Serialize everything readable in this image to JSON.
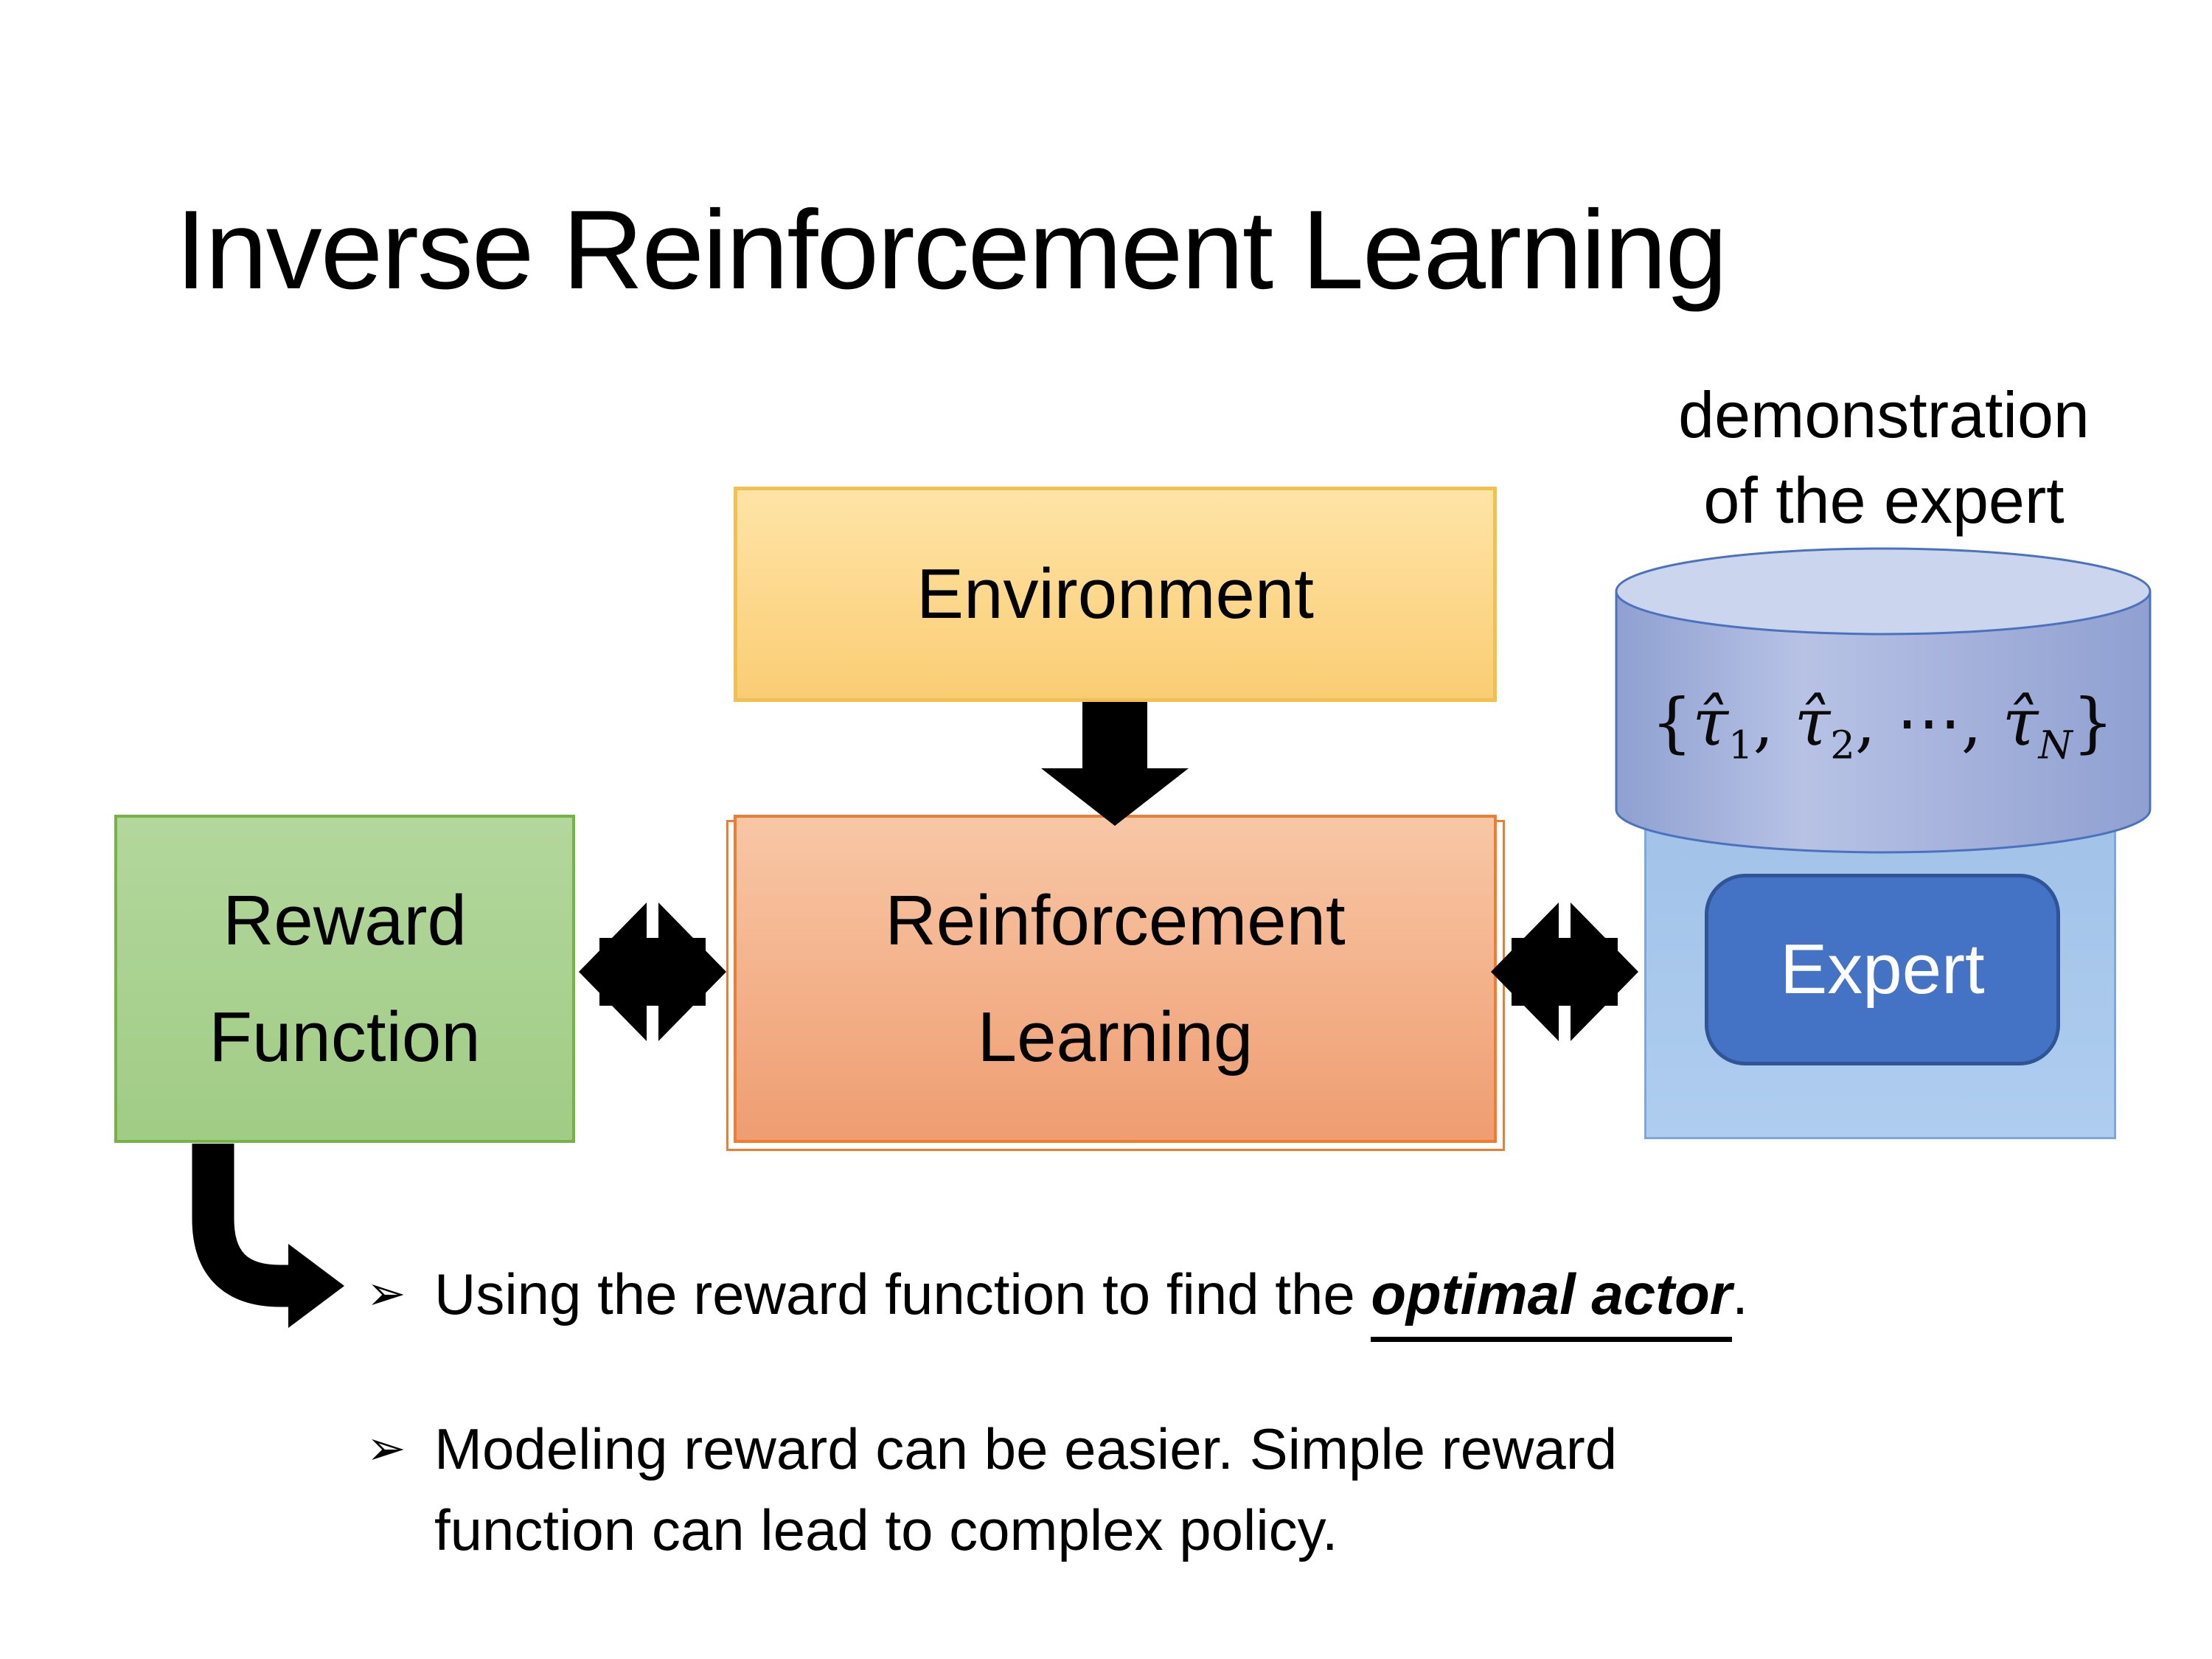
{
  "slide": {
    "title": "Inverse Reinforcement Learning"
  },
  "annotation": {
    "line1": "demonstration",
    "line2": "of the expert"
  },
  "boxes": {
    "environment": {
      "label": "Environment"
    },
    "reward": {
      "line1": "Reward",
      "line2": "Function"
    },
    "rl": {
      "line1": "Reinforcement",
      "line2": "Learning"
    },
    "expert": {
      "label": "Expert"
    }
  },
  "dataset": {
    "formula": {
      "open": "{",
      "tau": "τ̂",
      "sub1": "1",
      "sub2": "2",
      "dots": "⋯",
      "subN": "N",
      "close": "}",
      "comma": ","
    }
  },
  "bullets": {
    "marker": "➢",
    "item1": {
      "pre": "Using the reward function to find the ",
      "emphasis": "optimal actor",
      "post": "."
    },
    "item2": {
      "text": "Modeling reward can be easier. Simple reward function can lead to complex policy."
    }
  },
  "icons": {
    "down_arrow": "block arrow from Environment to Reinforcement Learning",
    "exchange_left": "double arrow between Reward Function and Reinforcement Learning",
    "exchange_right": "double arrow between Reinforcement Learning and Expert",
    "elbow_arrow": "elbow arrow from Reward Function to bullet list",
    "database": "cylinder of expert demonstrations"
  },
  "colors": {
    "background": "#FFFFFF",
    "title_text": "#000000",
    "body_text": "#000000",
    "env_fill_top": "#FFE4A6",
    "env_fill_bottom": "#FACD74",
    "env_border": "#F0C050",
    "reward_fill_top": "#B3D79C",
    "reward_fill_bottom": "#A0CC85",
    "reward_border": "#76B347",
    "rl_fill_top": "#F8C7A6",
    "rl_fill_bottom": "#EF9D71",
    "rl_border": "#ED7D31",
    "cyl_body_edge": "#8FA0D1",
    "cyl_body_mid": "#B7C2E5",
    "cyl_top": "#CBD5ED",
    "cyl_stroke": "#4C71BD",
    "panel_fill_top": "#A2C2E8",
    "panel_fill_bottom": "#AECDEF",
    "panel_border": "#7FA8D9",
    "expert_fill": "#4472C4",
    "expert_border": "#2F5597",
    "expert_text": "#FFFFFF",
    "arrow_black": "#000000"
  }
}
